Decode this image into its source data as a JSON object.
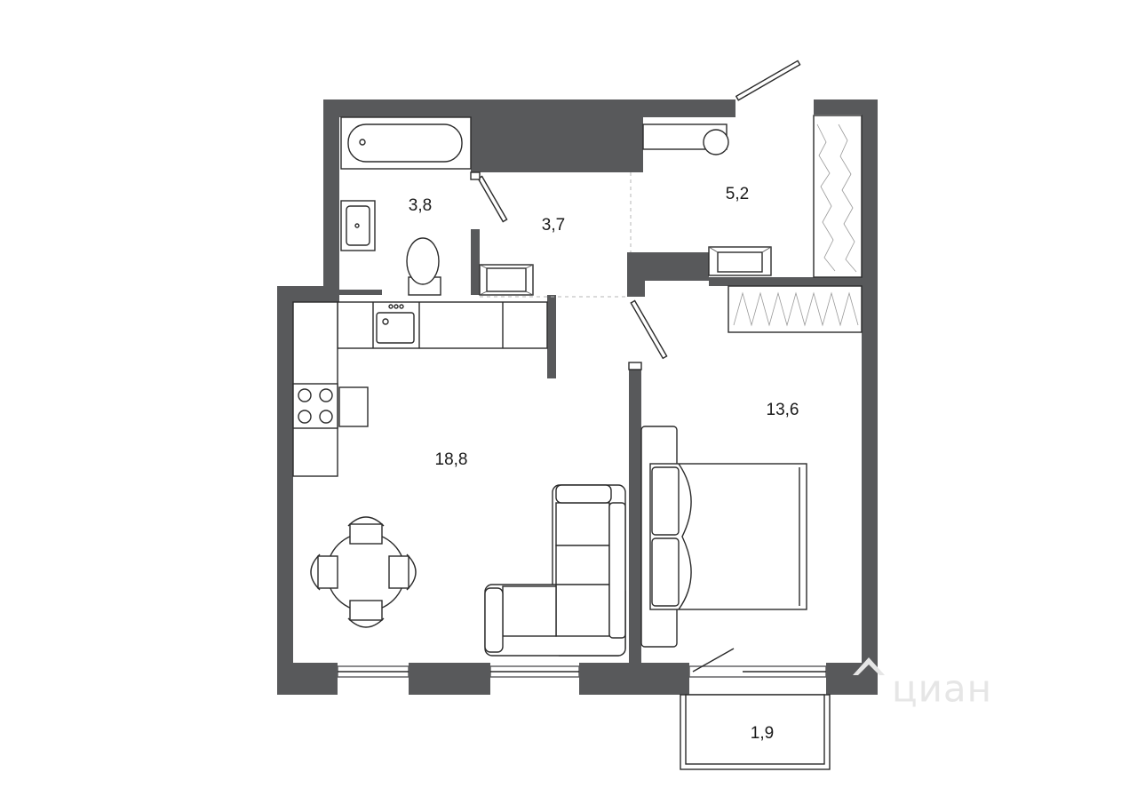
{
  "plan": {
    "rooms": [
      {
        "id": "bathroom",
        "area": "3,8"
      },
      {
        "id": "hallway",
        "area": "3,7"
      },
      {
        "id": "entry",
        "area": "5,2"
      },
      {
        "id": "kitchen-living",
        "area": "18,8"
      },
      {
        "id": "bedroom",
        "area": "13,6"
      },
      {
        "id": "balcony",
        "area": "1,9"
      }
    ],
    "watermark": "циан"
  },
  "colors": {
    "wall": "#58595b",
    "line": "#2b2b2b",
    "background": "#ffffff"
  }
}
